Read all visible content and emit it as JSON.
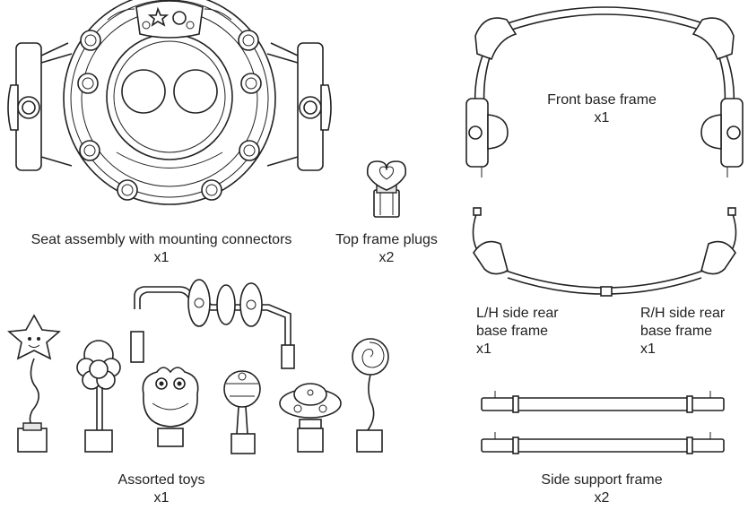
{
  "parts": {
    "seat": {
      "name": "Seat assembly with mounting connectors",
      "qty": "x1"
    },
    "plugs": {
      "name": "Top frame plugs",
      "qty": "x2"
    },
    "front": {
      "name_line1": "Front base frame",
      "qty": "x1"
    },
    "lh": {
      "line1": "L/H side rear",
      "line2": "base frame",
      "qty": "x1"
    },
    "rh": {
      "line1": "R/H side rear",
      "line2": "base frame",
      "qty": "x1"
    },
    "toys": {
      "name": "Assorted toys",
      "qty": "x1"
    },
    "side": {
      "name": "Side support frame",
      "qty": "x2"
    }
  }
}
